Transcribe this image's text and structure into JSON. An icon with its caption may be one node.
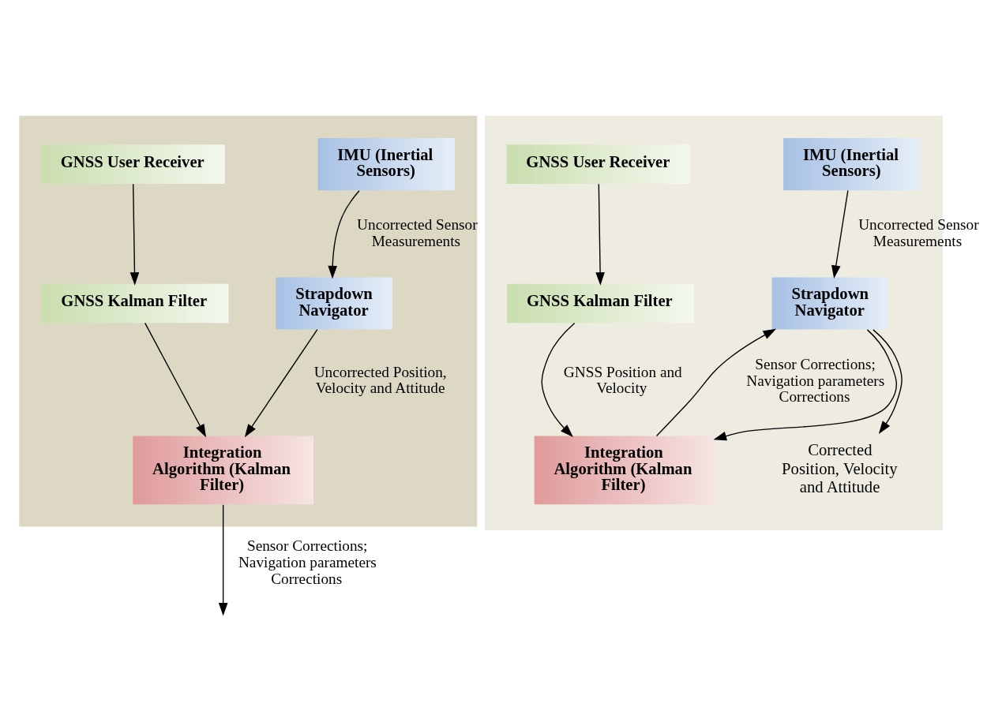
{
  "diagram": {
    "nodes": [
      {
        "text": [],
        "shape": "box"
      },
      {
        "text": [
          "GNSS User Receiver"
        ],
        "in": 0
      },
      {
        "text": [
          "IMU (Inertial Sensors)"
        ],
        "in": 0
      },
      {
        "text": [
          "GNSS Kalman Filter"
        ],
        "in": 0
      },
      {
        "text": [
          "Strapdown Navigator"
        ],
        "in": 0
      },
      {
        "text": [
          "Integration Algorithm (Kalman Filter)"
        ],
        "in": 0
      },
      {
        "text": [],
        "shape": "box"
      },
      {
        "text": [
          "GNSS User Receiver"
        ],
        "in": 6
      },
      {
        "text": [
          "IMU (Inertial Sensors)"
        ],
        "in": 6
      },
      {
        "text": [
          "GNSS Kalman Filter"
        ],
        "in": 6
      },
      {
        "text": [
          "Strapdown Navigator"
        ],
        "in": 6
      },
      {
        "text": [
          "Integration Algorithm (Kalman Filter)"
        ],
        "in": 6
      },
      {
        "text": [
          "Corrected Position, Velocity and Attitude"
        ],
        "in": 6
      }
    ],
    "edges": [
      {
        "from": 1,
        "to": 3,
        "arrow": "to"
      },
      {
        "from": 2,
        "to": 4,
        "arrow": "to",
        "label": "Uncorrected Sensor Measurements"
      },
      {
        "from": 3,
        "to": 5,
        "arrow": "to"
      },
      {
        "from": 4,
        "to": 5,
        "arrow": "to",
        "label": "Uncorrected Position, Velocity and Attitude"
      },
      {
        "from": 5,
        "to": null,
        "arrow": "to",
        "label": "Sensor Corrections; Navigation parameters Corrections"
      },
      {
        "from": 7,
        "to": 9,
        "arrow": "to"
      },
      {
        "from": 8,
        "to": 10,
        "arrow": "to",
        "label": "Uncorrected Sensor Measurements"
      },
      {
        "from": 9,
        "to": 11,
        "arrow": "to",
        "label": "GNSS Position and Velocity"
      },
      {
        "from": 11,
        "to": 10,
        "arrow": "to",
        "label": "Sensor Corrections; Navigation parameters Corrections"
      },
      {
        "from": 10,
        "to": 11,
        "arrow": "to"
      },
      {
        "from": 10,
        "to": 12,
        "arrow": "to"
      }
    ]
  }
}
